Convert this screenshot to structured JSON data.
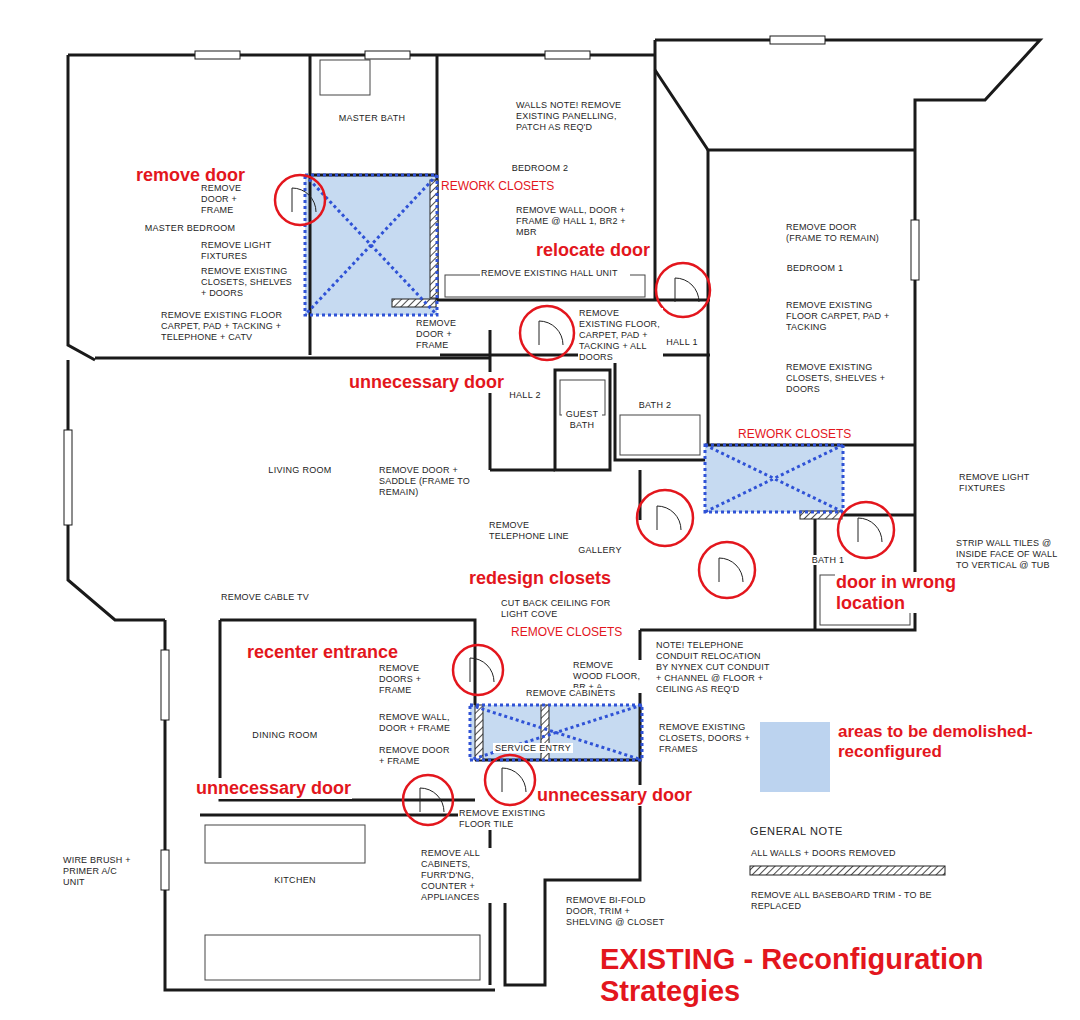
{
  "diagram": {
    "title": "EXISTING - Reconfiguration Strategies",
    "nodes": [
      {
        "text": [
          "MASTER BATH"
        ]
      },
      {
        "text": [
          "BEDROOM 2"
        ]
      },
      {
        "text": [
          "MASTER BEDROOM"
        ]
      },
      {
        "text": [
          "BEDROOM 1"
        ]
      },
      {
        "text": [
          "HALL 1"
        ]
      },
      {
        "text": [
          "HALL 2"
        ]
      },
      {
        "text": [
          "BATH 2"
        ]
      },
      {
        "text": [
          "GUEST BATH"
        ]
      },
      {
        "text": [
          "LIVING ROOM"
        ]
      },
      {
        "text": [
          "GALLERY"
        ]
      },
      {
        "text": [
          "BATH 1"
        ]
      },
      {
        "text": [
          "DINING ROOM"
        ]
      },
      {
        "text": [
          "SERVICE ENTRY"
        ]
      },
      {
        "text": [
          "KITCHEN"
        ]
      }
    ],
    "labels": [
      "remove door",
      "REWORK CLOSETS",
      "WALLS NOTE! REMOVE EXISTING PANELLING, PATCH AS REQ'D",
      "REMOVE WALL, DOOR + FRAME @ HALL 1, BR2 + MBR",
      "REMOVE DOOR + FRAME",
      "REMOVE LIGHT FIXTURES",
      "REMOVE EXISTING CLOSETS, SHELVES + DOORS",
      "REMOVE EXISTING FLOOR CARPET, PAD + TACKING + TELEPHONE + CATV",
      "relocate door",
      "REMOVE EXISTING HALL UNIT",
      "REMOVE DOOR + FRAME",
      "REMOVE EXISTING FLOOR, CARPET, PAD + TACKING + ALL DOORS",
      "unnecessary door",
      "REMOVE DOOR (FRAME TO REMAIN)",
      "REMOVE EXISTING FLOOR CARPET, PAD + TACKING",
      "REMOVE EXISTING CLOSETS, SHELVES + DOORS",
      "REWORK CLOSETS",
      "REMOVE LIGHT FIXTURES",
      "REMOVE DOOR + SADDLE (FRAME TO REMAIN)",
      "REMOVE TELEPHONE LINE",
      "STRIP WALL TILES @ INSIDE FACE OF WALL TO VERTICAL @ TUB",
      "door in wrong location",
      "redesign closets",
      "REMOVE CABLE TV",
      "recenter entrance",
      "REMOVE CLOSETS",
      "CUT BACK CEILING FOR LIGHT COVE",
      "NOTE! TELEPHONE CONDUIT RELOCATION BY NYNEX CUT CONDUIT + CHANNEL @ FLOOR + CEILING AS REQ'D",
      "REMOVE DOORS + FRAME",
      "REMOVE WOOD FLOOR, BR + A",
      "REMOVE CABINETS",
      "REMOVE WALL, DOOR + FRAME",
      "REMOVE DOOR + FRAME",
      "REMOVE EXISTING CLOSETS, DOORS + FRAMES",
      "unnecessary door",
      "unnecessary door",
      "WIRE BRUSH + PRIMER A/C UNIT",
      "REMOVE EXISTING FLOOR TILE",
      "REMOVE ALL CABINETS, FURR'D'NG, COUNTER + APPLIANCES",
      "REMOVE BI-FOLD DOOR, TRIM + SHELVING @ CLOSET",
      "GENERAL NOTE",
      "REMOVE ALL BASEBOARD TRIM - TO BE REPLACED"
    ],
    "legend": [
      {
        "text": "areas to be demolished-reconfigured",
        "color": "#bcd3ef"
      },
      {
        "text": "ALL WALLS + DOORS REMOVED"
      }
    ]
  }
}
